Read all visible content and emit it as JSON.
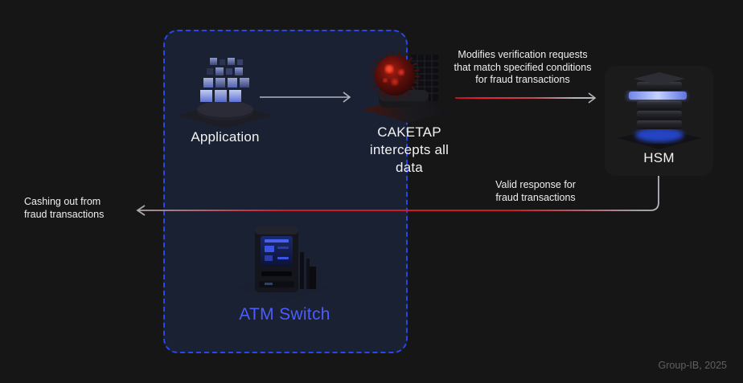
{
  "diagram": {
    "title_implied": "CAKETAP HSM interception flow",
    "nodes": {
      "application": {
        "label": "Application",
        "icon": "app-blocks-icon"
      },
      "caketap": {
        "label": "CAKETAP\nintercepts all\ndata",
        "icon": "malware-virus-icon"
      },
      "hsm": {
        "label": "HSM",
        "icon": "hsm-stack-icon"
      },
      "atm_switch": {
        "label": "ATM Switch",
        "icon": "atm-machine-icon"
      }
    },
    "annotations": {
      "modify_request": "Modifies verification requests\nthat match specified conditions\nfor fraud transactions",
      "valid_response": "Valid response for\nfraud transactions",
      "cashing_out": "Cashing out from\nfraud transactions"
    },
    "edges": [
      {
        "from": "application",
        "to": "caketap",
        "style": "gray-arrow"
      },
      {
        "from": "caketap",
        "to": "hsm",
        "style": "red-to-gray-arrow",
        "label": "modify_request"
      },
      {
        "from": "hsm",
        "to": "cashing-out",
        "style": "gray-red-gray-arrow",
        "label": "valid_response"
      }
    ],
    "colors": {
      "background": "#161616",
      "scope_box_bg": "#1a2133",
      "scope_box_border": "#2946ef",
      "accent_blue": "#4d5cfb",
      "accent_red": "#e8192c",
      "arrow_gray": "#b4b4bc",
      "text_primary": "#f2f2f2",
      "card_bg": "#1b1b1c",
      "credit_gray": "#606060"
    }
  },
  "footer": {
    "credit": "Group-IB, 2025"
  }
}
